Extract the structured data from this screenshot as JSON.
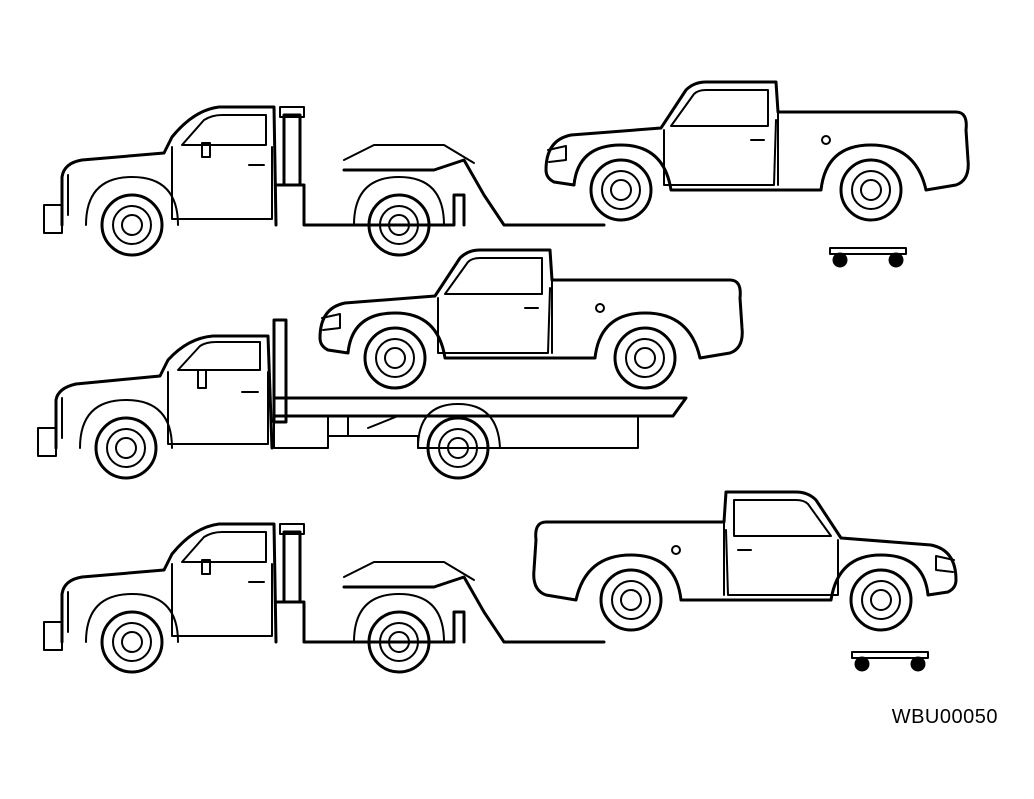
{
  "figure": {
    "id_label": "WBU00050",
    "line_color": "#000000",
    "background_color": "#ffffff",
    "scenes": [
      {
        "name": "wheel-lift-tow-with-dolly"
      },
      {
        "name": "flatbed-transport"
      },
      {
        "name": "wheel-lift-tow-reverse-with-dolly"
      }
    ]
  }
}
